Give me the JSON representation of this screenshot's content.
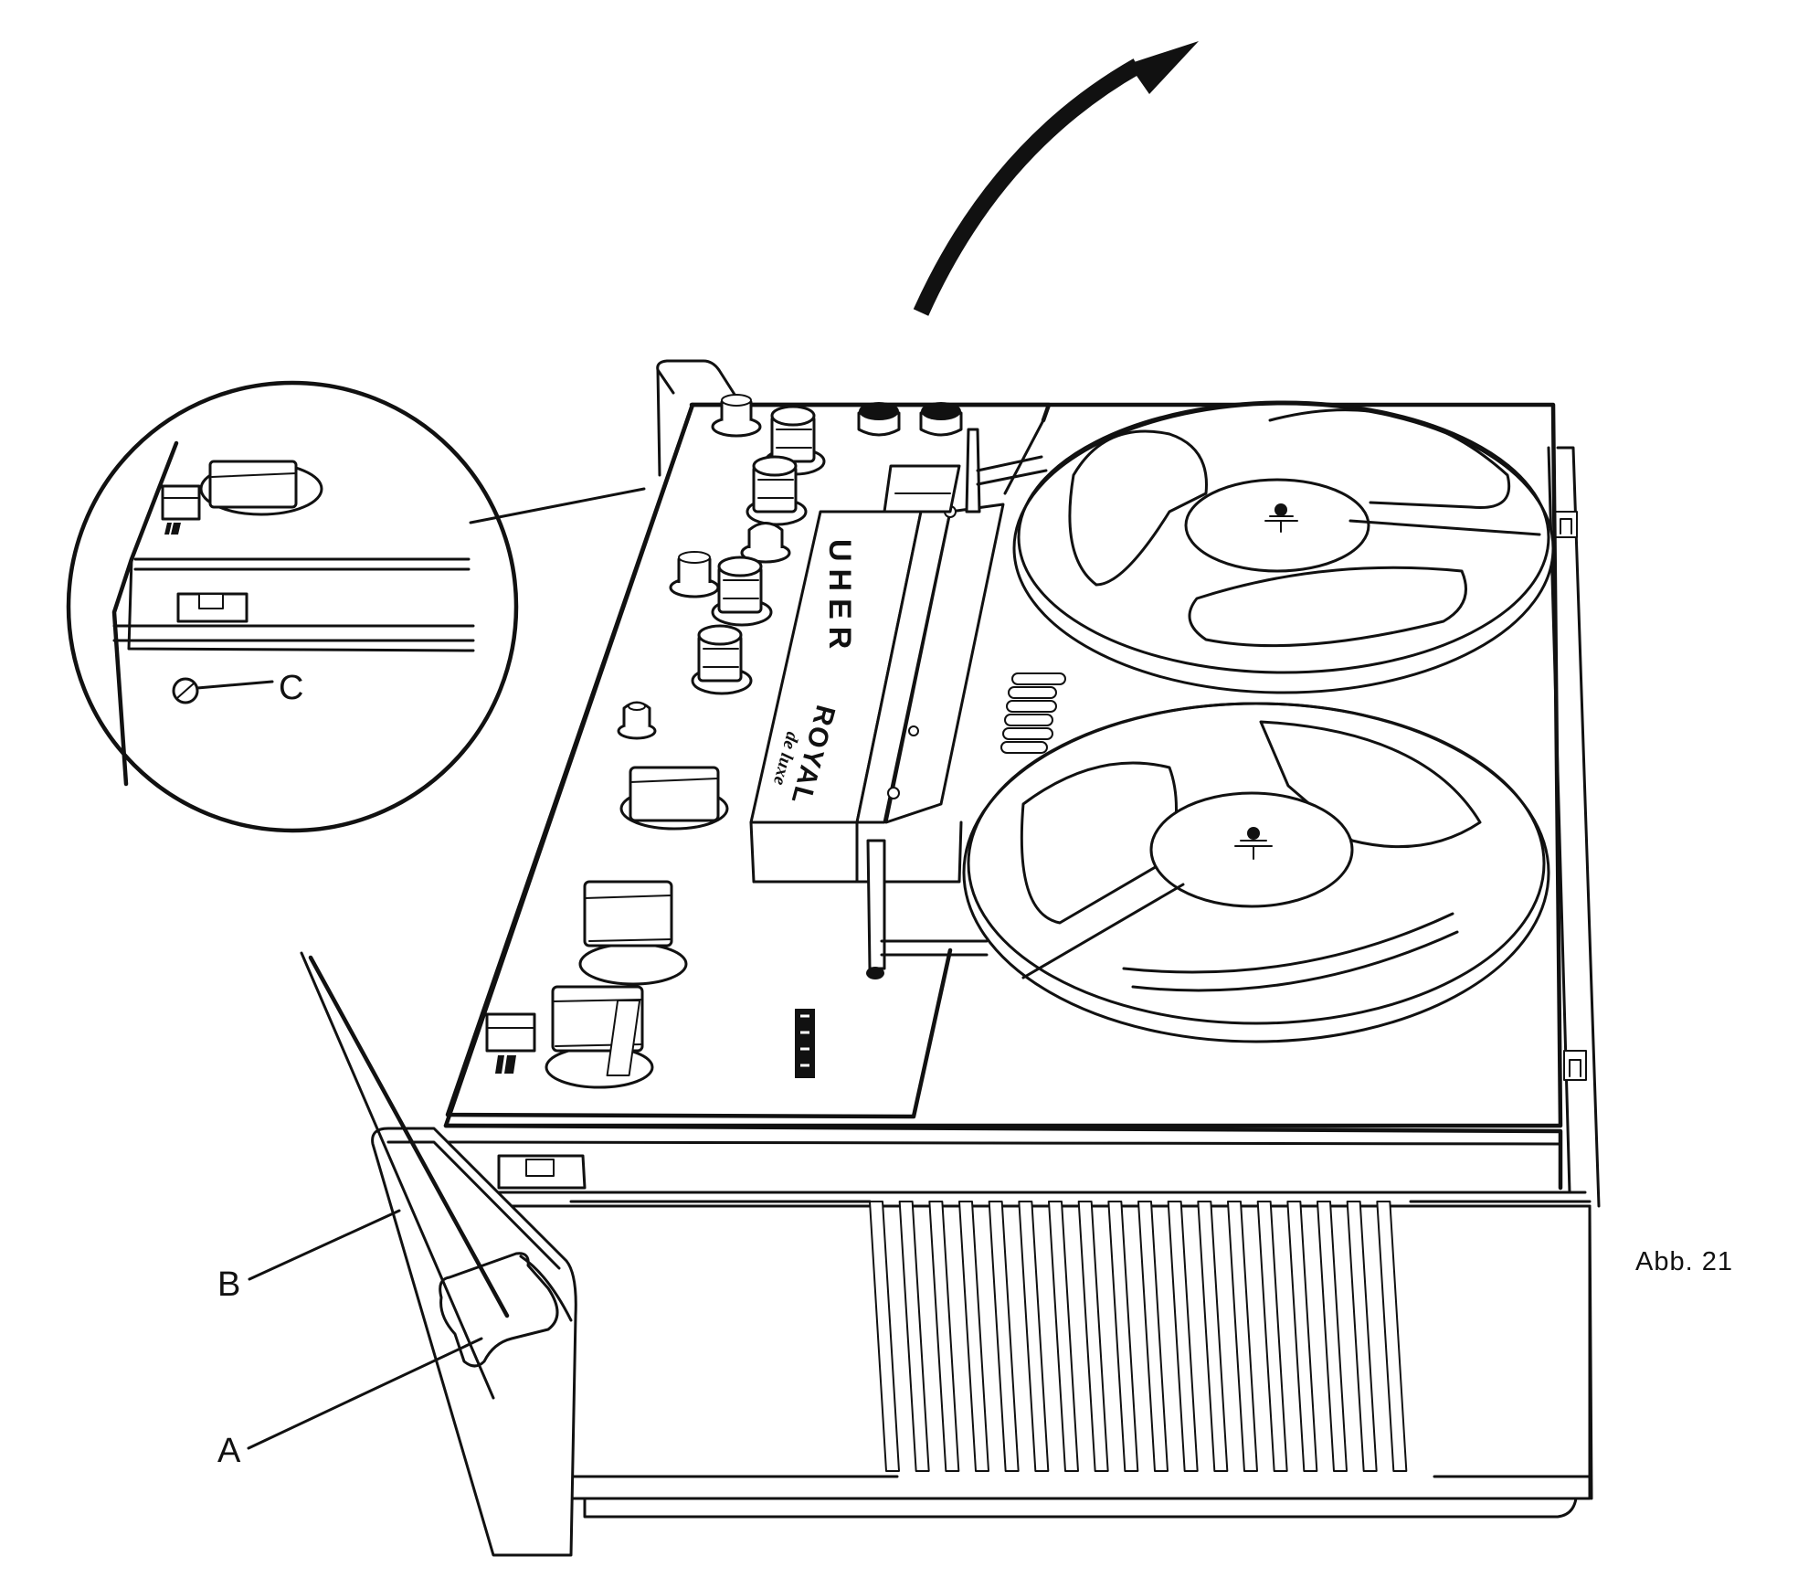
{
  "figure": {
    "caption": "Abb. 21",
    "subject": "Reel-to-reel tape recorder with carrying handle and detail inset",
    "device_brand": "UHER",
    "device_model": "ROYAL",
    "device_model_suffix": "de luxe",
    "arrow": {
      "meaning": "lift/swing lid upward",
      "icon": "curved-arrow-up-right"
    },
    "labels": [
      {
        "id": "A",
        "text": "A",
        "points_to": "handle latch knob"
      },
      {
        "id": "B",
        "text": "B",
        "points_to": "carrying handle"
      },
      {
        "id": "C",
        "text": "C",
        "points_to": "screw inside detail inset"
      }
    ],
    "inset": {
      "type": "magnified detail circle",
      "label": "C"
    },
    "reels": {
      "count": 2
    },
    "grille_slats": 18
  }
}
